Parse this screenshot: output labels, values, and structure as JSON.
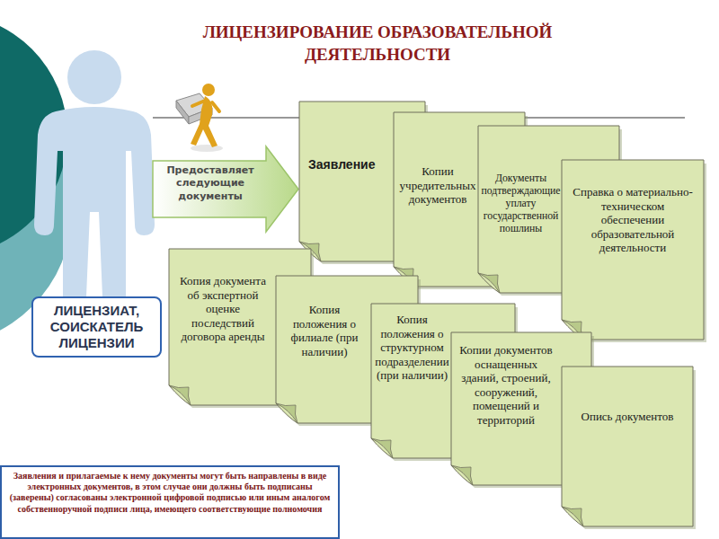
{
  "diagram": {
    "title": "ЛИЦЕНЗИРОВАНИЕ ОБРАЗОВАТЕЛЬНОЙ ДЕЯТЕЛЬНОСТИ",
    "nodes": [
      {
        "text": [
          "ЛИЦЕНЗИАТ, СОИСКАТЕЛЬ ЛИЦЕНЗИИ"
        ]
      },
      {
        "text": [
          "Предоставляет следующие документы"
        ]
      },
      {
        "text": [
          "Заявление"
        ]
      },
      {
        "text": [
          "Копии учредительных документов"
        ]
      },
      {
        "text": [
          "Документы подтверждающие уплату государственной пошлины"
        ]
      },
      {
        "text": [
          "Справка о материально-техническом обеспечении образовательной деятельности"
        ]
      },
      {
        "text": [
          "Копия документа об экспертной оценке последствий договора аренды"
        ]
      },
      {
        "text": [
          "Копия положения о филиале (при наличии)"
        ]
      },
      {
        "text": [
          "Копия положения о структурном подразделении (при наличии)"
        ]
      },
      {
        "text": [
          "Копии документов оснащенных зданий, строений, сооружений, помещений и территорий"
        ]
      },
      {
        "text": [
          "Опись документов"
        ]
      },
      {
        "text": [
          "Заявления и прилагаемые к нему документы могут быть направлены в виде электронных документов, в этом случае они должны быть подписаны (заверены) согласованы электронной цифровой подписью или иным аналогом собственноручной подписи лица, имеющего соответствующие полномочия"
        ]
      }
    ]
  }
}
